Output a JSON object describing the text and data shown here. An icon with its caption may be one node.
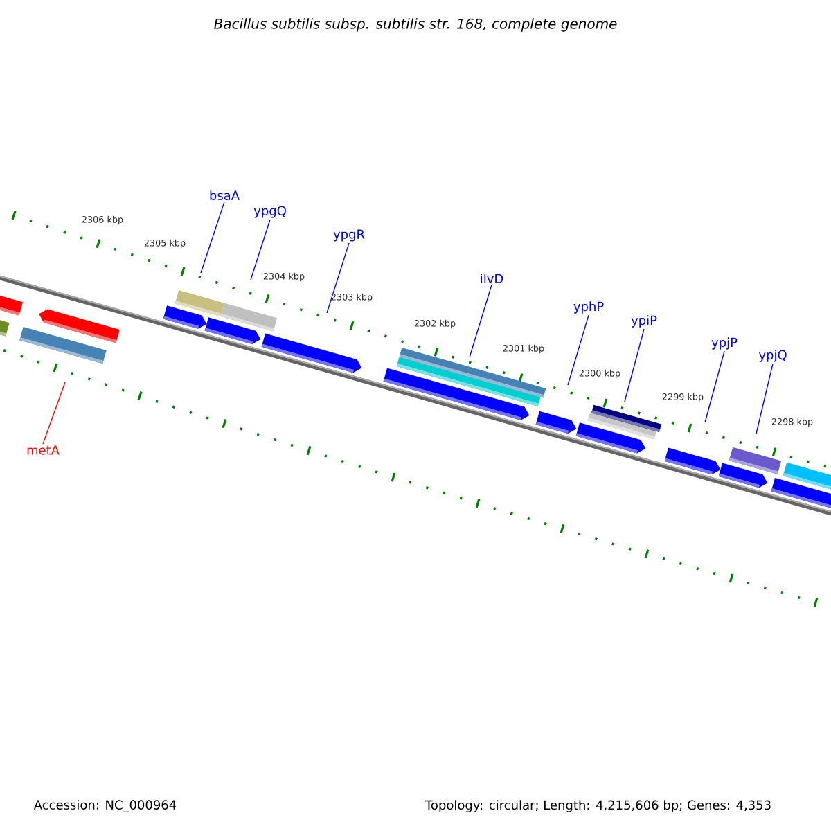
{
  "diagram": {
    "title": "Bacillus subtilis subsp. subtilis str. 168, complete genome",
    "nodes": [
      {
        "text": [
          "bsaA"
        ]
      },
      {
        "text": [
          "ypgQ"
        ]
      },
      {
        "text": [
          "ypgR"
        ]
      },
      {
        "text": [
          "ilvD"
        ]
      },
      {
        "text": [
          "yphP"
        ]
      },
      {
        "text": [
          "ypiP"
        ]
      },
      {
        "text": [
          "ypjP"
        ]
      },
      {
        "text": [
          "ypjQ"
        ]
      },
      {
        "text": [
          "metA"
        ]
      }
    ],
    "edges": [
      {
        "from": 0,
        "to": null,
        "arrow": "none"
      },
      {
        "from": 1,
        "to": null,
        "arrow": "none"
      },
      {
        "from": 2,
        "to": null,
        "arrow": "none"
      },
      {
        "from": 3,
        "to": null,
        "arrow": "none"
      },
      {
        "from": 4,
        "to": null,
        "arrow": "none"
      },
      {
        "from": 5,
        "to": null,
        "arrow": "none"
      },
      {
        "from": 6,
        "to": null,
        "arrow": "none"
      },
      {
        "from": 7,
        "to": null,
        "arrow": "none"
      },
      {
        "from": 8,
        "to": null,
        "arrow": "none",
        "color": "#ff0000"
      }
    ],
    "labels": [
      "2306 kbp",
      "2305 kbp",
      "2304 kbp",
      "2303 kbp",
      "2302 kbp",
      "2301 kbp",
      "2300 kbp",
      "2299 kbp",
      "2298 kbp",
      "Accession: NC_000964",
      "Topology: circular; Length: 4,215,606 bp; Genes: 4,353"
    ]
  }
}
